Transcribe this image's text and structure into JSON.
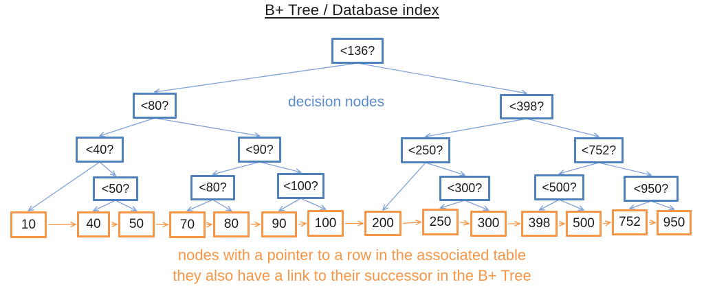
{
  "title": "B+ Tree / Database index",
  "annotations": {
    "decision_nodes_label": "decision nodes",
    "leaf_note_line1": "nodes with a pointer to a row in the associated table",
    "leaf_note_line2": "they also have a link to their successor in the B+ Tree"
  },
  "colors": {
    "decision_border": "#4F81BD",
    "edge_line": "#7FA1D6",
    "decision_label_text": "#5B8DC9",
    "leaf_accent": "#F79646"
  },
  "tree": {
    "decision_nodes": [
      {
        "id": "d136",
        "label": "<136?"
      },
      {
        "id": "d80",
        "label": "<80?"
      },
      {
        "id": "d398",
        "label": "<398?"
      },
      {
        "id": "d40",
        "label": "<40?"
      },
      {
        "id": "d90",
        "label": "<90?"
      },
      {
        "id": "d250",
        "label": "<250?"
      },
      {
        "id": "d752",
        "label": "<752?"
      },
      {
        "id": "d50",
        "label": "<50?"
      },
      {
        "id": "d80b",
        "label": "<80?"
      },
      {
        "id": "d100",
        "label": "<100?"
      },
      {
        "id": "d300",
        "label": "<300?"
      },
      {
        "id": "d500",
        "label": "<500?"
      },
      {
        "id": "d950",
        "label": "<950?"
      }
    ],
    "leaf_nodes": [
      {
        "id": "l10",
        "label": "10"
      },
      {
        "id": "l40",
        "label": "40"
      },
      {
        "id": "l50",
        "label": "50"
      },
      {
        "id": "l70",
        "label": "70"
      },
      {
        "id": "l80",
        "label": "80"
      },
      {
        "id": "l90",
        "label": "90"
      },
      {
        "id": "l100",
        "label": "100"
      },
      {
        "id": "l200",
        "label": "200"
      },
      {
        "id": "l250",
        "label": "250"
      },
      {
        "id": "l300",
        "label": "300"
      },
      {
        "id": "l398",
        "label": "398"
      },
      {
        "id": "l500",
        "label": "500"
      },
      {
        "id": "l752",
        "label": "752"
      },
      {
        "id": "l950",
        "label": "950"
      }
    ],
    "edges": [
      [
        "d136",
        "d80"
      ],
      [
        "d136",
        "d398"
      ],
      [
        "d80",
        "d40"
      ],
      [
        "d80",
        "d90"
      ],
      [
        "d398",
        "d250"
      ],
      [
        "d398",
        "d752"
      ],
      [
        "d40",
        "l10"
      ],
      [
        "d40",
        "d50"
      ],
      [
        "d50",
        "l40"
      ],
      [
        "d50",
        "l50"
      ],
      [
        "d90",
        "d80b"
      ],
      [
        "d90",
        "d100"
      ],
      [
        "d80b",
        "l70"
      ],
      [
        "d80b",
        "l80"
      ],
      [
        "d100",
        "l90"
      ],
      [
        "d100",
        "l100"
      ],
      [
        "d250",
        "l200"
      ],
      [
        "d250",
        "d300"
      ],
      [
        "d300",
        "l250"
      ],
      [
        "d300",
        "l300"
      ],
      [
        "d752",
        "d500"
      ],
      [
        "d752",
        "d950"
      ],
      [
        "d500",
        "l398"
      ],
      [
        "d500",
        "l500"
      ],
      [
        "d950",
        "l752"
      ],
      [
        "d950",
        "l950"
      ]
    ],
    "leaf_chain": [
      "l10",
      "l40",
      "l50",
      "l70",
      "l80",
      "l90",
      "l100",
      "l200",
      "l250",
      "l300",
      "l398",
      "l500",
      "l752",
      "l950"
    ]
  }
}
